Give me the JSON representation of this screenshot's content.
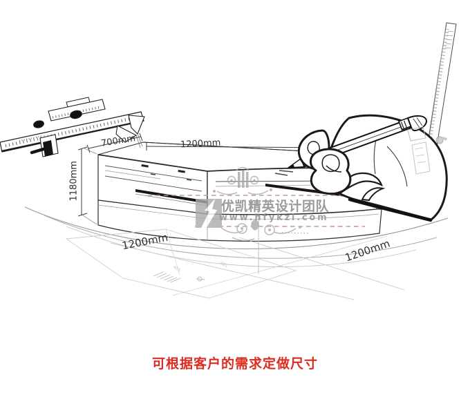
{
  "illustration": {
    "description": "hand-drawn corner display counter sketch with measuring tools",
    "tools": [
      "vernier-caliper",
      "steel-ruler",
      "hand-holding-pencil"
    ]
  },
  "dimensions": {
    "depth_top": "700mm",
    "width_top": "1200mm",
    "height_left": "1180mm",
    "base_front_left": "1200mm",
    "base_front_right": "1200mm"
  },
  "watermark": {
    "brand": "优凯精英设计团队",
    "website": "www.hfykzl.com"
  },
  "caption": {
    "text": "可根据客户的需求定做尺寸"
  },
  "colors": {
    "ink": "#1a1a1a",
    "faint_line": "#b5b5b5",
    "watermark_gray": "#9a9a9a",
    "dash_pink": "#c2908d",
    "accent_red": "#dd2b20",
    "background": "#ffffff"
  }
}
